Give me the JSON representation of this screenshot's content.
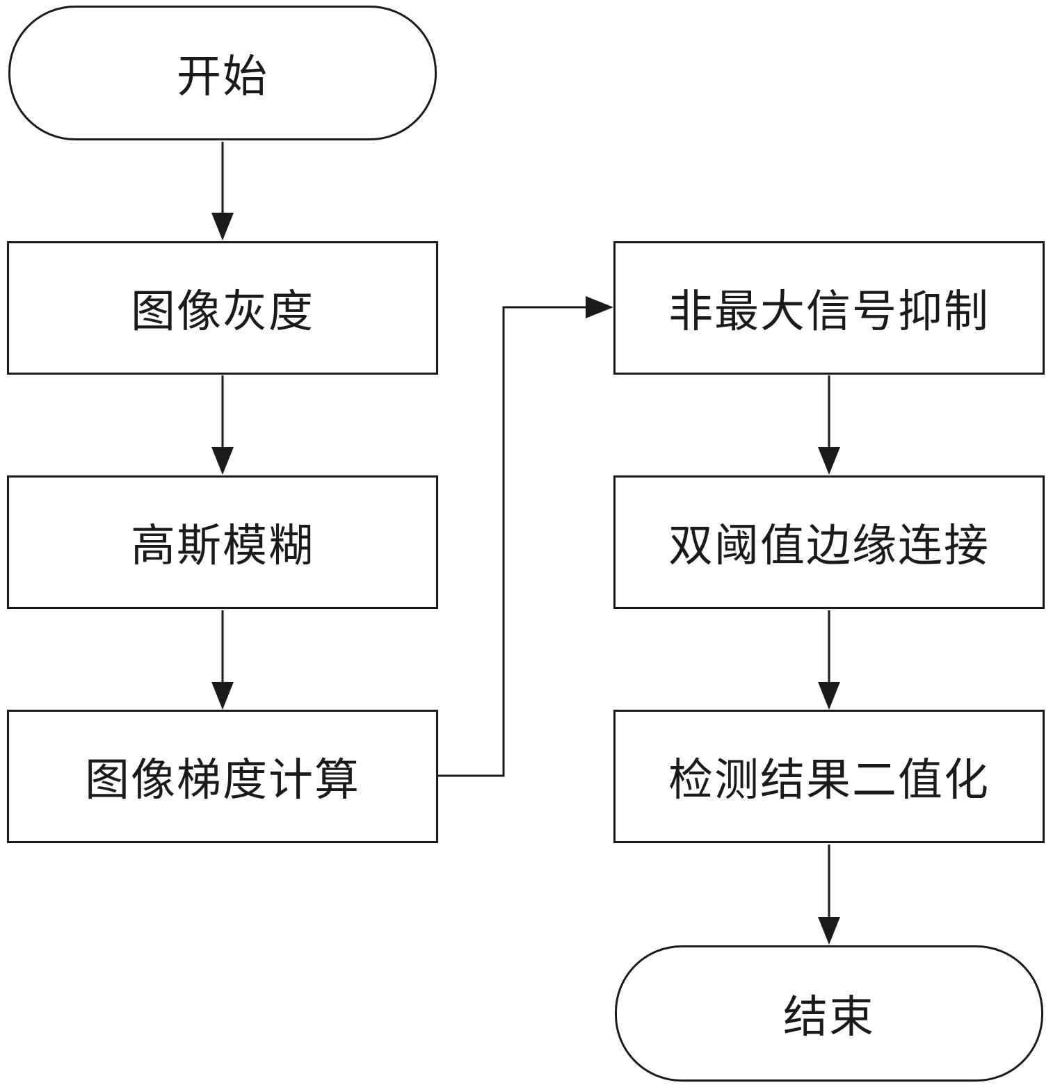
{
  "flowchart": {
    "start": "开始",
    "step_gray": "图像灰度",
    "step_gauss": "高斯模糊",
    "step_gradient": "图像梯度计算",
    "step_nms": "非最大信号抑制",
    "step_double_threshold": "双阈值边缘连接",
    "step_binarize": "检测结果二值化",
    "end": "结束"
  },
  "colors": {
    "stroke": "#1a1a1a",
    "background": "#ffffff"
  }
}
